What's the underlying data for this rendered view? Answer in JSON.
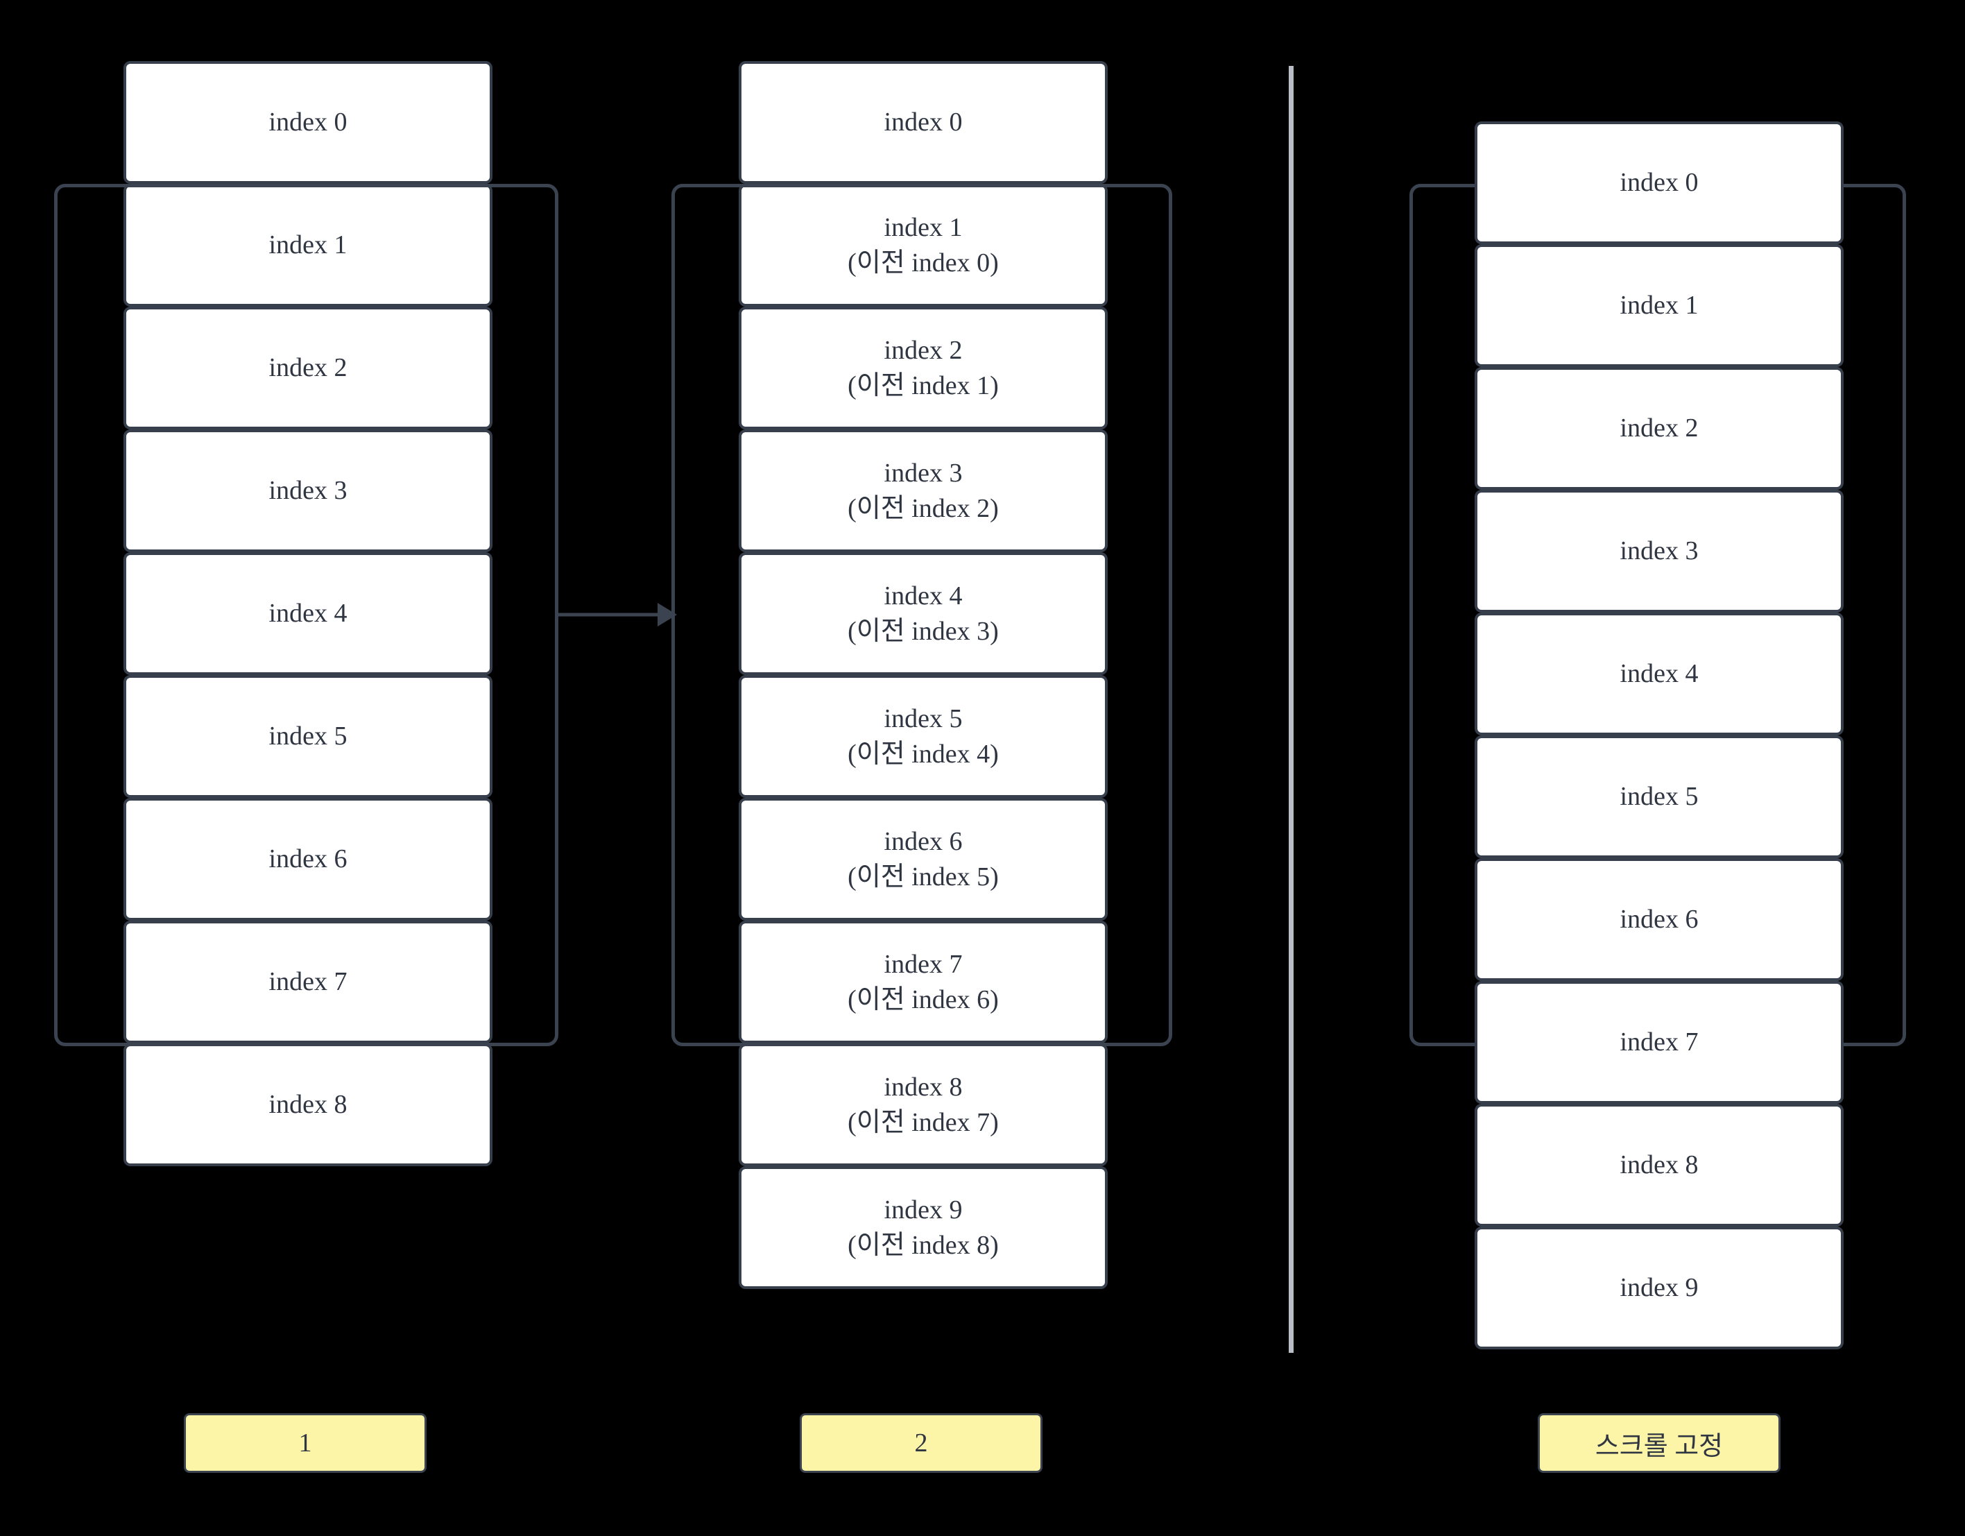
{
  "diagram": {
    "title_present": false,
    "background_color": "#000000",
    "box_fill": "#ffffff",
    "box_border_color": "#373f4c",
    "frame_border_color": "#3b4350",
    "text_color": "#2f3541",
    "divider_color": "#b9bec6",
    "button_fill": "#fcf5a8"
  },
  "column1": {
    "name": "before-scroll-list",
    "items": [
      {
        "label": "index 0"
      },
      {
        "label": "index 1"
      },
      {
        "label": "index 2"
      },
      {
        "label": "index 3"
      },
      {
        "label": "index 4"
      },
      {
        "label": "index 5"
      },
      {
        "label": "index 6"
      },
      {
        "label": "index 7"
      },
      {
        "label": "index 8"
      }
    ]
  },
  "column2": {
    "name": "after-prepend-list",
    "items": [
      {
        "label": "index 0"
      },
      {
        "label": "index 1\n(이전 index 0)"
      },
      {
        "label": "index 2\n(이전 index 1)"
      },
      {
        "label": "index 3\n(이전 index 2)"
      },
      {
        "label": "index 4\n(이전 index 3)"
      },
      {
        "label": "index 5\n(이전 index 4)"
      },
      {
        "label": "index 6\n(이전 index 5)"
      },
      {
        "label": "index 7\n(이전 index 6)"
      },
      {
        "label": "index 8\n(이전 index 7)"
      },
      {
        "label": "index 9\n(이전 index 8)"
      }
    ]
  },
  "column3": {
    "name": "scroll-anchored-list",
    "items": [
      {
        "label": "index 0"
      },
      {
        "label": "index 1"
      },
      {
        "label": "index 2"
      },
      {
        "label": "index 3"
      },
      {
        "label": "index 4"
      },
      {
        "label": "index 5"
      },
      {
        "label": "index 6"
      },
      {
        "label": "index 7"
      },
      {
        "label": "index 8"
      },
      {
        "label": "index 9"
      }
    ]
  },
  "buttons": [
    {
      "label": "1"
    },
    {
      "label": "2"
    },
    {
      "label": "스크롤 고정"
    }
  ]
}
